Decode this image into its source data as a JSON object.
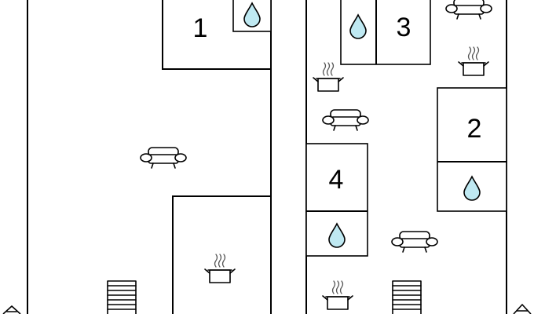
{
  "rooms": [
    {
      "number": "1"
    },
    {
      "number": "2"
    },
    {
      "number": "3"
    },
    {
      "number": "4"
    }
  ],
  "icons": {
    "water": "water-drop-icon",
    "sofa": "sofa-icon",
    "kitchen": "cooking-pot-icon",
    "stairs": "stairs-icon",
    "entrance": "house-icon"
  },
  "colors": {
    "water": "#bfe9f2",
    "lines": "#000000"
  }
}
